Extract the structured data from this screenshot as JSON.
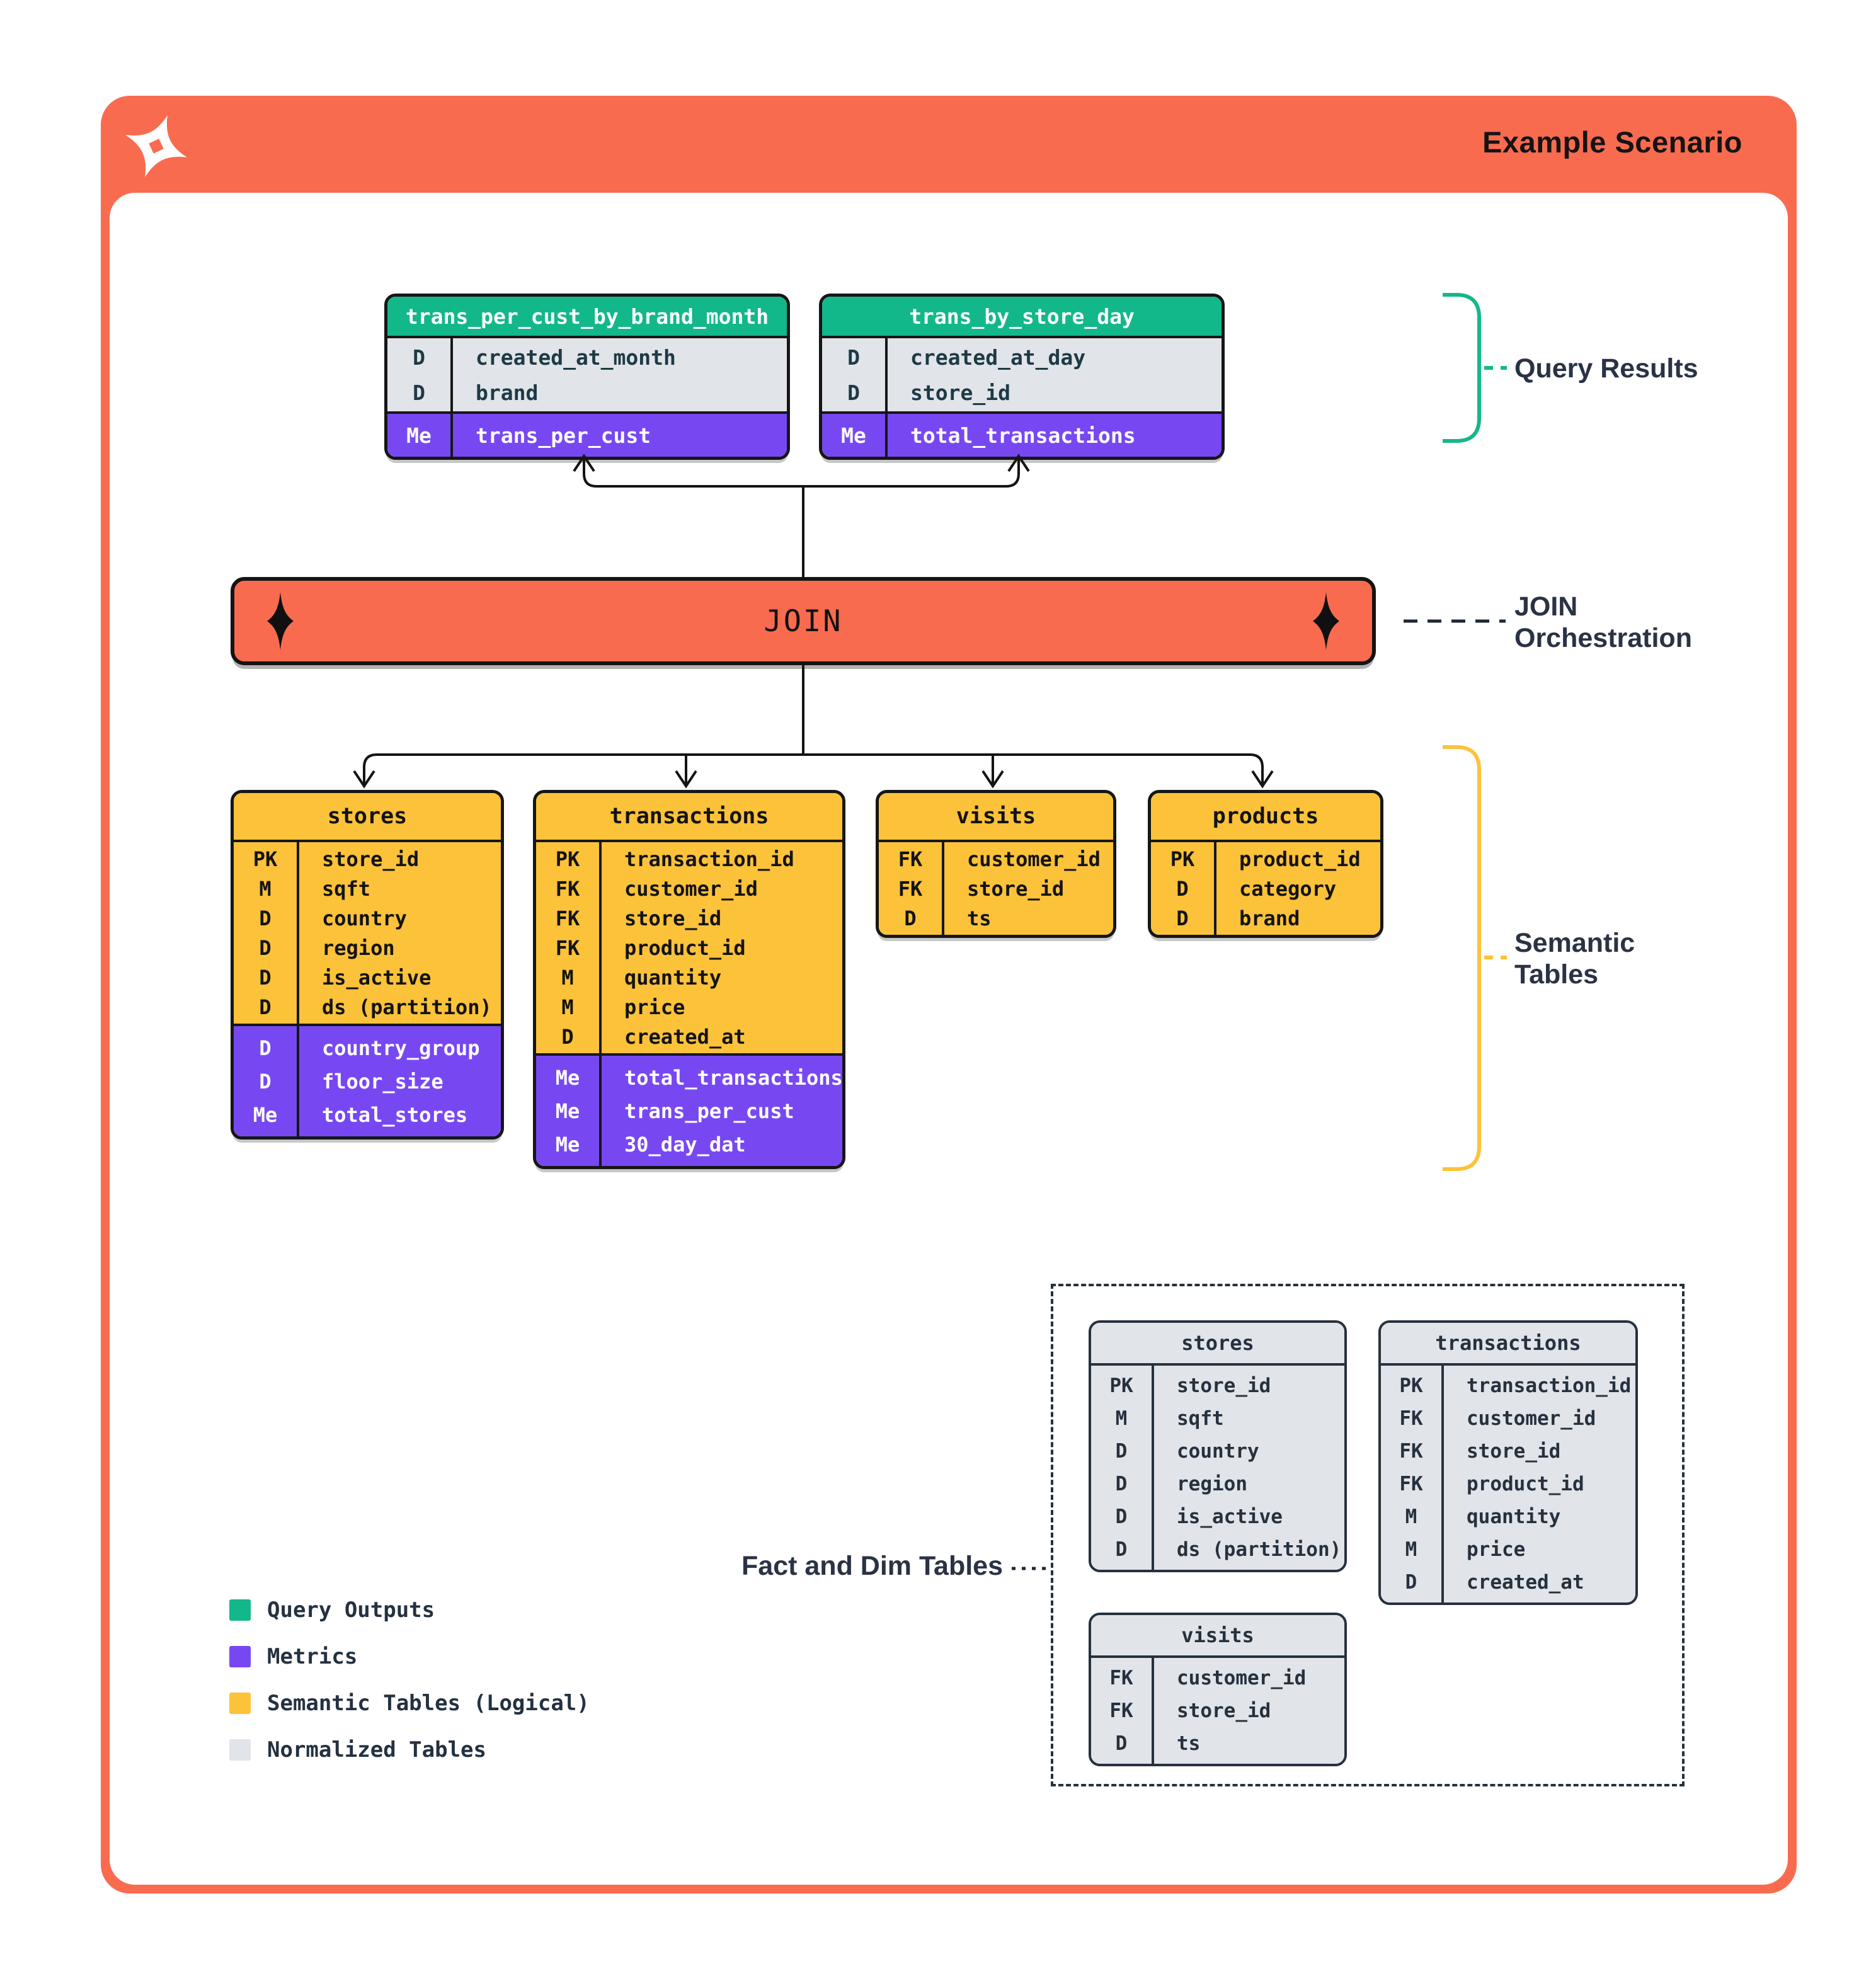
{
  "header": {
    "title": "Example Scenario",
    "logo": "pinwheel-star-logo"
  },
  "join": {
    "label": "JOIN"
  },
  "annotations": {
    "query_results": "Query Results",
    "join_orchestration": [
      "JOIN",
      "Orchestration"
    ],
    "semantic_tables": [
      "Semantic",
      "Tables"
    ],
    "fact_and_dim": "Fact and Dim Tables"
  },
  "query_results": [
    {
      "title": "trans_per_cust_by_brand_month",
      "sections": [
        {
          "kind": "dims",
          "rows": [
            [
              "D",
              "created_at_month"
            ],
            [
              "D",
              "brand"
            ]
          ]
        },
        {
          "kind": "metrics",
          "rows": [
            [
              "Me",
              "trans_per_cust"
            ]
          ]
        }
      ]
    },
    {
      "title": "trans_by_store_day",
      "sections": [
        {
          "kind": "dims",
          "rows": [
            [
              "D",
              "created_at_day"
            ],
            [
              "D",
              "store_id"
            ]
          ]
        },
        {
          "kind": "metrics",
          "rows": [
            [
              "Me",
              "total_transactions"
            ]
          ]
        }
      ]
    }
  ],
  "semantic_tables": [
    {
      "title": "stores",
      "sections": [
        {
          "kind": "dims",
          "rows": [
            [
              "PK",
              "store_id"
            ],
            [
              "M",
              "sqft"
            ],
            [
              "D",
              "country"
            ],
            [
              "D",
              "region"
            ],
            [
              "D",
              "is_active"
            ],
            [
              "D",
              "ds (partition)"
            ]
          ]
        },
        {
          "kind": "metrics",
          "rows": [
            [
              "D",
              "country_group"
            ],
            [
              "D",
              "floor_size"
            ],
            [
              "Me",
              "total_stores"
            ]
          ]
        }
      ]
    },
    {
      "title": "transactions",
      "sections": [
        {
          "kind": "dims",
          "rows": [
            [
              "PK",
              "transaction_id"
            ],
            [
              "FK",
              "customer_id"
            ],
            [
              "FK",
              "store_id"
            ],
            [
              "FK",
              "product_id"
            ],
            [
              "M",
              "quantity"
            ],
            [
              "M",
              "price"
            ],
            [
              "D",
              "created_at"
            ]
          ]
        },
        {
          "kind": "metrics",
          "rows": [
            [
              "Me",
              "total_transactions"
            ],
            [
              "Me",
              "trans_per_cust"
            ],
            [
              "Me",
              "30_day_dat"
            ]
          ]
        }
      ]
    },
    {
      "title": "visits",
      "sections": [
        {
          "kind": "dims",
          "rows": [
            [
              "FK",
              "customer_id"
            ],
            [
              "FK",
              "store_id"
            ],
            [
              "D",
              "ts"
            ]
          ]
        }
      ]
    },
    {
      "title": "products",
      "sections": [
        {
          "kind": "dims",
          "rows": [
            [
              "PK",
              "product_id"
            ],
            [
              "D",
              "category"
            ],
            [
              "D",
              "brand"
            ]
          ]
        }
      ]
    }
  ],
  "normalized_tables": [
    {
      "title": "stores",
      "sections": [
        {
          "kind": "dims",
          "rows": [
            [
              "PK",
              "store_id"
            ],
            [
              "M",
              "sqft"
            ],
            [
              "D",
              "country"
            ],
            [
              "D",
              "region"
            ],
            [
              "D",
              "is_active"
            ],
            [
              "D",
              "ds (partition)"
            ]
          ]
        }
      ]
    },
    {
      "title": "transactions",
      "sections": [
        {
          "kind": "dims",
          "rows": [
            [
              "PK",
              "transaction_id"
            ],
            [
              "FK",
              "customer_id"
            ],
            [
              "FK",
              "store_id"
            ],
            [
              "FK",
              "product_id"
            ],
            [
              "M",
              "quantity"
            ],
            [
              "M",
              "price"
            ],
            [
              "D",
              "created_at"
            ]
          ]
        }
      ]
    },
    {
      "title": "visits",
      "sections": [
        {
          "kind": "dims",
          "rows": [
            [
              "FK",
              "customer_id"
            ],
            [
              "FK",
              "store_id"
            ],
            [
              "D",
              "ts"
            ]
          ]
        }
      ]
    }
  ],
  "legend": [
    {
      "label": "Query Outputs",
      "color": "#13b88a"
    },
    {
      "label": "Metrics",
      "color": "#7748f2"
    },
    {
      "label": "Semantic Tables (Logical)",
      "color": "#fcc23a"
    },
    {
      "label": "Normalized Tables",
      "color": "#e1e4e8"
    }
  ],
  "colors": {
    "accent_orange": "#f96b4f",
    "query_output_green": "#13b88a",
    "metric_purple": "#7748f2",
    "semantic_yellow": "#fcc23a",
    "normalized_gray": "#e1e4e8",
    "ink": "#161616",
    "navy_text": "#2a3345"
  }
}
